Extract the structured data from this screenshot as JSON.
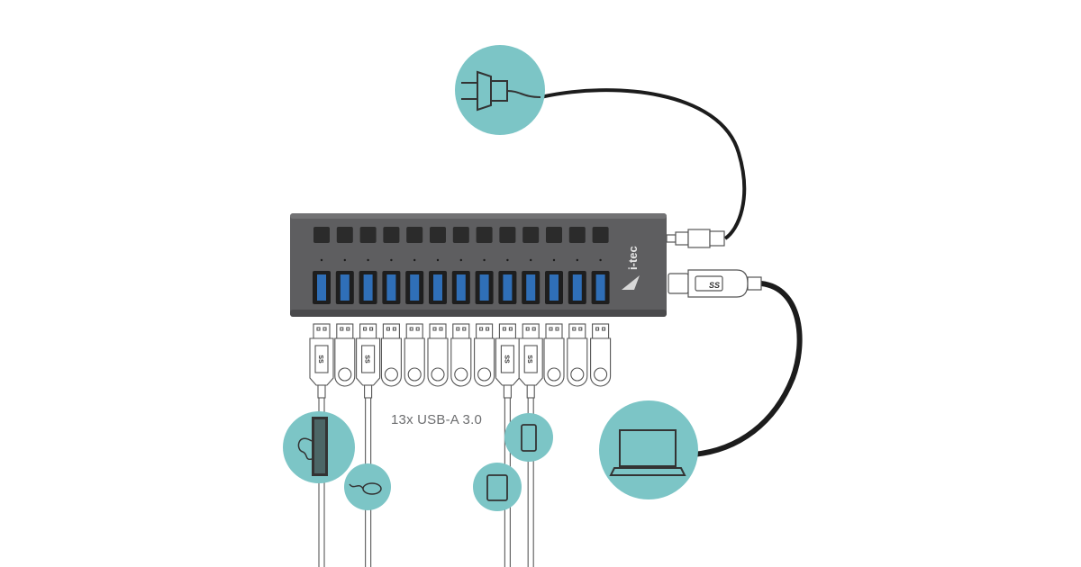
{
  "caption": "13x USB-A 3.0",
  "brand_logo": "i-tec",
  "usb_plug_logo": "SS",
  "port_count": 13,
  "connected_slots": [
    0,
    2,
    8,
    9
  ],
  "devices": [
    {
      "icon": "power-adapter-icon"
    },
    {
      "icon": "keyboard-icon"
    },
    {
      "icon": "mouse-icon"
    },
    {
      "icon": "tablet-icon"
    },
    {
      "icon": "smartphone-icon"
    },
    {
      "icon": "laptop-icon"
    }
  ],
  "colors": {
    "accent": "#7cc5c6",
    "hub": "#5e5e60",
    "port": "#2f6fb8",
    "cable": "#1c1c1c",
    "outline": "#555555"
  }
}
